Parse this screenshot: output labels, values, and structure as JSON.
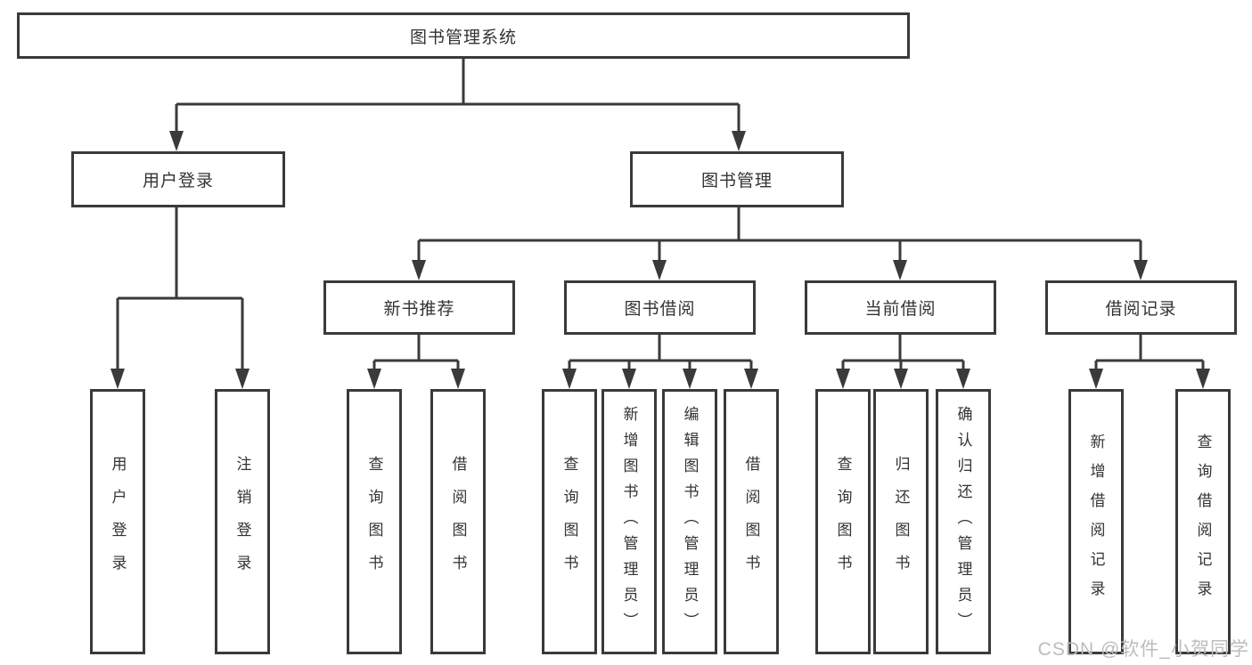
{
  "colors": {
    "line": "#3a3a3a",
    "text": "#333333",
    "watermark": "#bcbcbc",
    "background": "#ffffff"
  },
  "tree": {
    "label": "图书管理系统",
    "children": [
      {
        "label": "用户登录",
        "children": [
          {
            "label": "用户登录"
          },
          {
            "label": "注销登录"
          }
        ]
      },
      {
        "label": "图书管理",
        "children": [
          {
            "label": "新书推荐",
            "children": [
              {
                "label": "查询图书"
              },
              {
                "label": "借阅图书"
              }
            ]
          },
          {
            "label": "图书借阅",
            "children": [
              {
                "label": "查询图书"
              },
              {
                "label": "新增图书（管理员）"
              },
              {
                "label": "编辑图书（管理员）"
              },
              {
                "label": "借阅图书"
              }
            ]
          },
          {
            "label": "当前借阅",
            "children": [
              {
                "label": "查询图书"
              },
              {
                "label": "归还图书"
              },
              {
                "label": "确认归还（管理员）"
              }
            ]
          },
          {
            "label": "借阅记录",
            "children": [
              {
                "label": "新增借阅记录"
              },
              {
                "label": "查询借阅记录"
              }
            ]
          }
        ]
      }
    ]
  },
  "watermark": {
    "text": "CSDN @软件_小贺同学"
  }
}
